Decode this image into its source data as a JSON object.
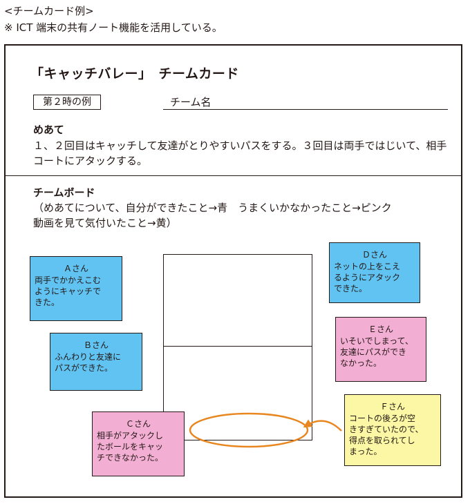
{
  "caption": {
    "title": "<チームカード例>",
    "note": "※ ICT 端末の共有ノート機能を活用している。"
  },
  "card": {
    "title": "「キャッチバレー」　チームカード",
    "lesson_label": "第２時の例",
    "team_name_label": "チーム名",
    "goal_heading": "めあて",
    "goal_text": "１、２回目はキャッチして友達がとりやすいパスをする。３回目は両手ではじいて、相手コートにアタックする。",
    "board_heading": "チームボード",
    "board_description": "（めあてについて、自分ができたこと→青　うまくいかなかったこと→ピンク\n動画を見て気付いたこと→黄）"
  },
  "notes": [
    {
      "name": "Ａさん",
      "text": "両手でかかえこむ\nようにキャッチで\nきた。",
      "color": "blue"
    },
    {
      "name": "Ｂさん",
      "text": "ふんわりと友達に\nパスができた。",
      "color": "blue"
    },
    {
      "name": "Ｃさん",
      "text": "相手がアタックし\nたボールをキャッ\nチできなかった。",
      "color": "pink"
    },
    {
      "name": "Ｄさん",
      "text": "ネットの上をこえ\nるようにアタック\nできた。",
      "color": "blue"
    },
    {
      "name": "Ｅさん",
      "text": "いそいでしまって、\n友達にパスができ\nなかった。",
      "color": "pink"
    },
    {
      "name": "Ｆさん",
      "text": "コートの後ろが空\nきすぎていたので、\n得点を取られてし\nまった。",
      "color": "yellow"
    }
  ],
  "colors": {
    "blue_note": "#61c3f1",
    "pink_note": "#f3aed3",
    "yellow_note": "#fbf7a4",
    "highlight": "#e8861f",
    "ink": "#231815"
  }
}
